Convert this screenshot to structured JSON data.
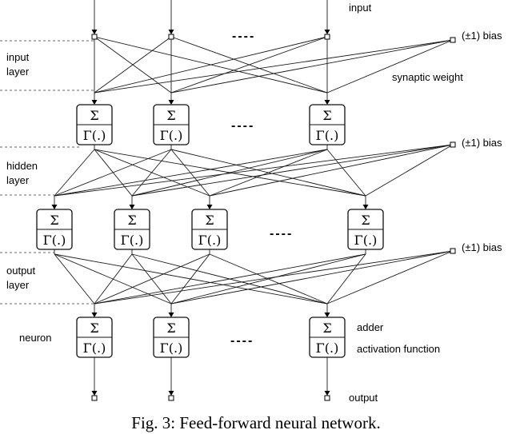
{
  "labels": {
    "input": "input",
    "output": "output",
    "input_layer_1": "input",
    "input_layer_2": "layer",
    "hidden_layer_1": "hidden",
    "hidden_layer_2": "layer",
    "output_layer_1": "output",
    "output_layer_2": "layer",
    "neuron": "neuron",
    "adder": "adder",
    "activation_function": "activation function",
    "synaptic_weight": "synaptic weight",
    "bias": "(±1) bias"
  },
  "symbols": {
    "adder": "Σ",
    "activation": "Γ(.)",
    "ellipsis": "----"
  },
  "caption": "Fig. 3: Feed-forward neural network."
}
